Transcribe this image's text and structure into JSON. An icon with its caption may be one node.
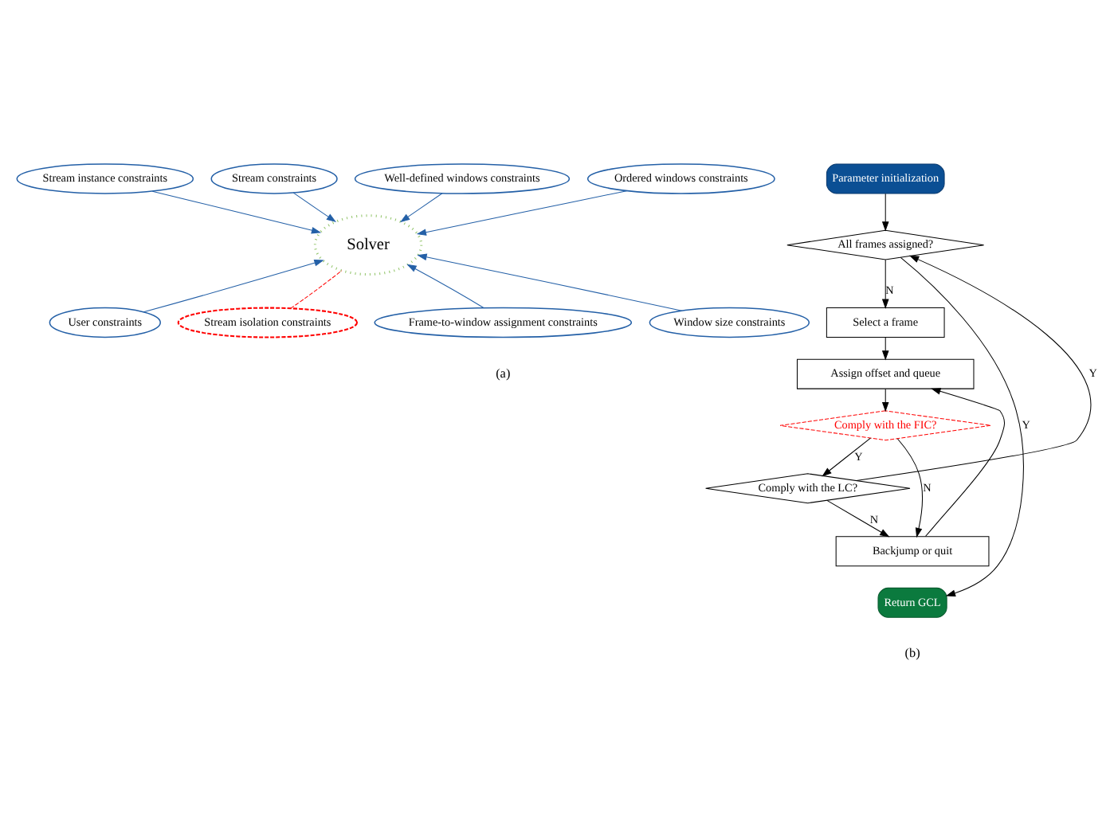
{
  "diagram": {
    "nodes": [
      {
        "text": [
          "Stream instance constraints"
        ]
      },
      {
        "text": [
          "Stream constraints"
        ]
      },
      {
        "text": [
          "Well-defined windows constraints"
        ]
      },
      {
        "text": [
          "Ordered windows constraints"
        ]
      },
      {
        "text": [
          "Solver"
        ]
      },
      {
        "text": [
          "User constraints"
        ]
      },
      {
        "text": [
          "Stream isolation constraints"
        ]
      },
      {
        "text": [
          "Frame-to-window assignment constraints"
        ]
      },
      {
        "text": [
          "Window size constraints"
        ]
      },
      {
        "text": [
          "Parameter initialization"
        ]
      },
      {
        "text": [
          "All frames assigned?"
        ]
      },
      {
        "text": [
          "Select a frame"
        ]
      },
      {
        "text": [
          "Assign offset and queue"
        ]
      },
      {
        "text": [
          "Comply with the FIC?"
        ]
      },
      {
        "text": [
          "Comply with the LC?"
        ]
      },
      {
        "text": [
          "Backjump or quit"
        ]
      },
      {
        "text": [
          "Return GCL"
        ]
      }
    ],
    "edges": [
      {
        "from": 0,
        "to": 4,
        "arrow": "to",
        "color": "#2460a7"
      },
      {
        "from": 1,
        "to": 4,
        "arrow": "to",
        "color": "#2460a7"
      },
      {
        "from": 2,
        "to": 4,
        "arrow": "to",
        "color": "#2460a7"
      },
      {
        "from": 3,
        "to": 4,
        "arrow": "to",
        "color": "#2460a7"
      },
      {
        "from": 5,
        "to": 4,
        "arrow": "to",
        "color": "#2460a7"
      },
      {
        "from": 6,
        "to": 4,
        "arrow": "none",
        "style": "dashed",
        "color": "#ff0000"
      },
      {
        "from": 7,
        "to": 4,
        "arrow": "to",
        "color": "#2460a7"
      },
      {
        "from": 8,
        "to": 4,
        "arrow": "to",
        "color": "#2460a7"
      },
      {
        "from": 9,
        "to": 10,
        "arrow": "to"
      },
      {
        "from": 10,
        "to": 11,
        "arrow": "to",
        "label": "N"
      },
      {
        "from": 10,
        "to": 16,
        "arrow": "to",
        "label": "Y"
      },
      {
        "from": 11,
        "to": 12,
        "arrow": "to"
      },
      {
        "from": 12,
        "to": 13,
        "arrow": "to"
      },
      {
        "from": 13,
        "to": 14,
        "arrow": "to",
        "label": "Y"
      },
      {
        "from": 13,
        "to": 15,
        "arrow": "to",
        "label": "N"
      },
      {
        "from": 14,
        "to": 10,
        "arrow": "to",
        "label": "Y"
      },
      {
        "from": 14,
        "to": 15,
        "arrow": "to",
        "label": "N"
      },
      {
        "from": 15,
        "to": 12,
        "arrow": "to"
      }
    ],
    "labels": [
      "(a)",
      "(b)"
    ]
  }
}
